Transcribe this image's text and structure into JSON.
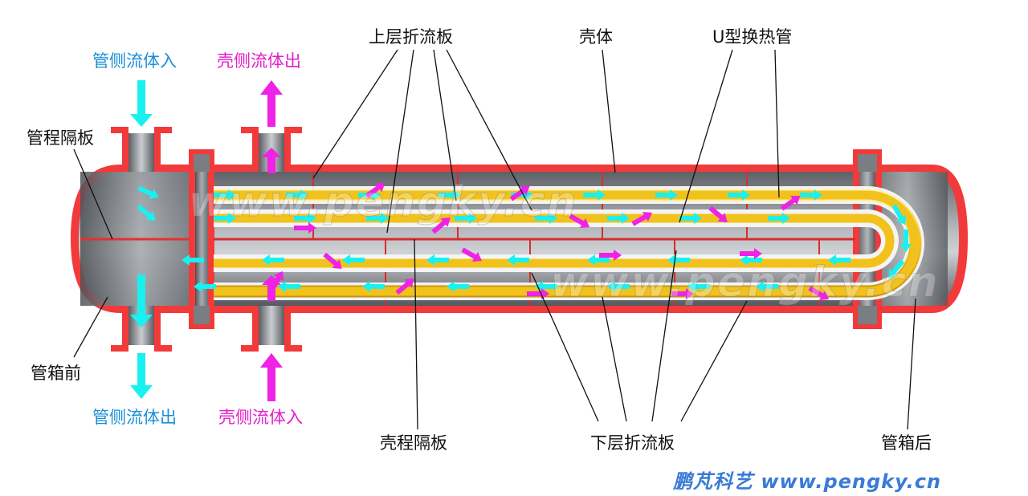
{
  "labels": {
    "upper_baffle": "上层折流板",
    "shell": "壳体",
    "u_tube": "U型换热管",
    "tube_in": "管侧流体入",
    "shell_out": "壳侧流体出",
    "tube_partition": "管程隔板",
    "front_head": "管箱前",
    "tube_out": "管侧流体出",
    "shell_in": "壳侧流体入",
    "shell_partition": "壳程隔板",
    "lower_baffle": "下层折流板",
    "rear_head": "管箱后"
  },
  "watermark": "www.pengky.cn",
  "brand": "鹏芃科艺 www.pengky.cn",
  "colors": {
    "tube_side_fluid": "#19f0f0",
    "shell_side_fluid": "#ef22e6",
    "shell_wall": "#f23a3a",
    "tubes": "#f2c21c",
    "interior": "#8a8d92"
  }
}
